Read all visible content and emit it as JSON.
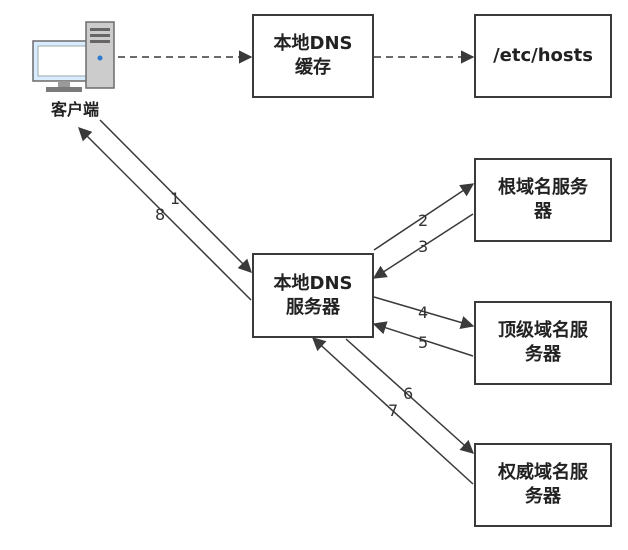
{
  "client": {
    "label": "客户端"
  },
  "nodes": {
    "dns_cache": {
      "line1": "本地DNS",
      "line2": "缓存"
    },
    "hosts_file": {
      "line1": "/etc/hosts"
    },
    "local_dns_server": {
      "line1": "本地DNS",
      "line2": "服务器"
    },
    "root_server": {
      "line1": "根域名服务",
      "line2": "器"
    },
    "tld_server": {
      "line1": "顶级域名服",
      "line2": "务器"
    },
    "auth_server": {
      "line1": "权威域名服",
      "line2": "务器"
    }
  },
  "steps": [
    "1",
    "2",
    "3",
    "4",
    "5",
    "6",
    "7",
    "8"
  ],
  "colors": {
    "line": "#3a3a3a",
    "monitor_screen": "#d9ecff",
    "tower": "#cccccc"
  }
}
